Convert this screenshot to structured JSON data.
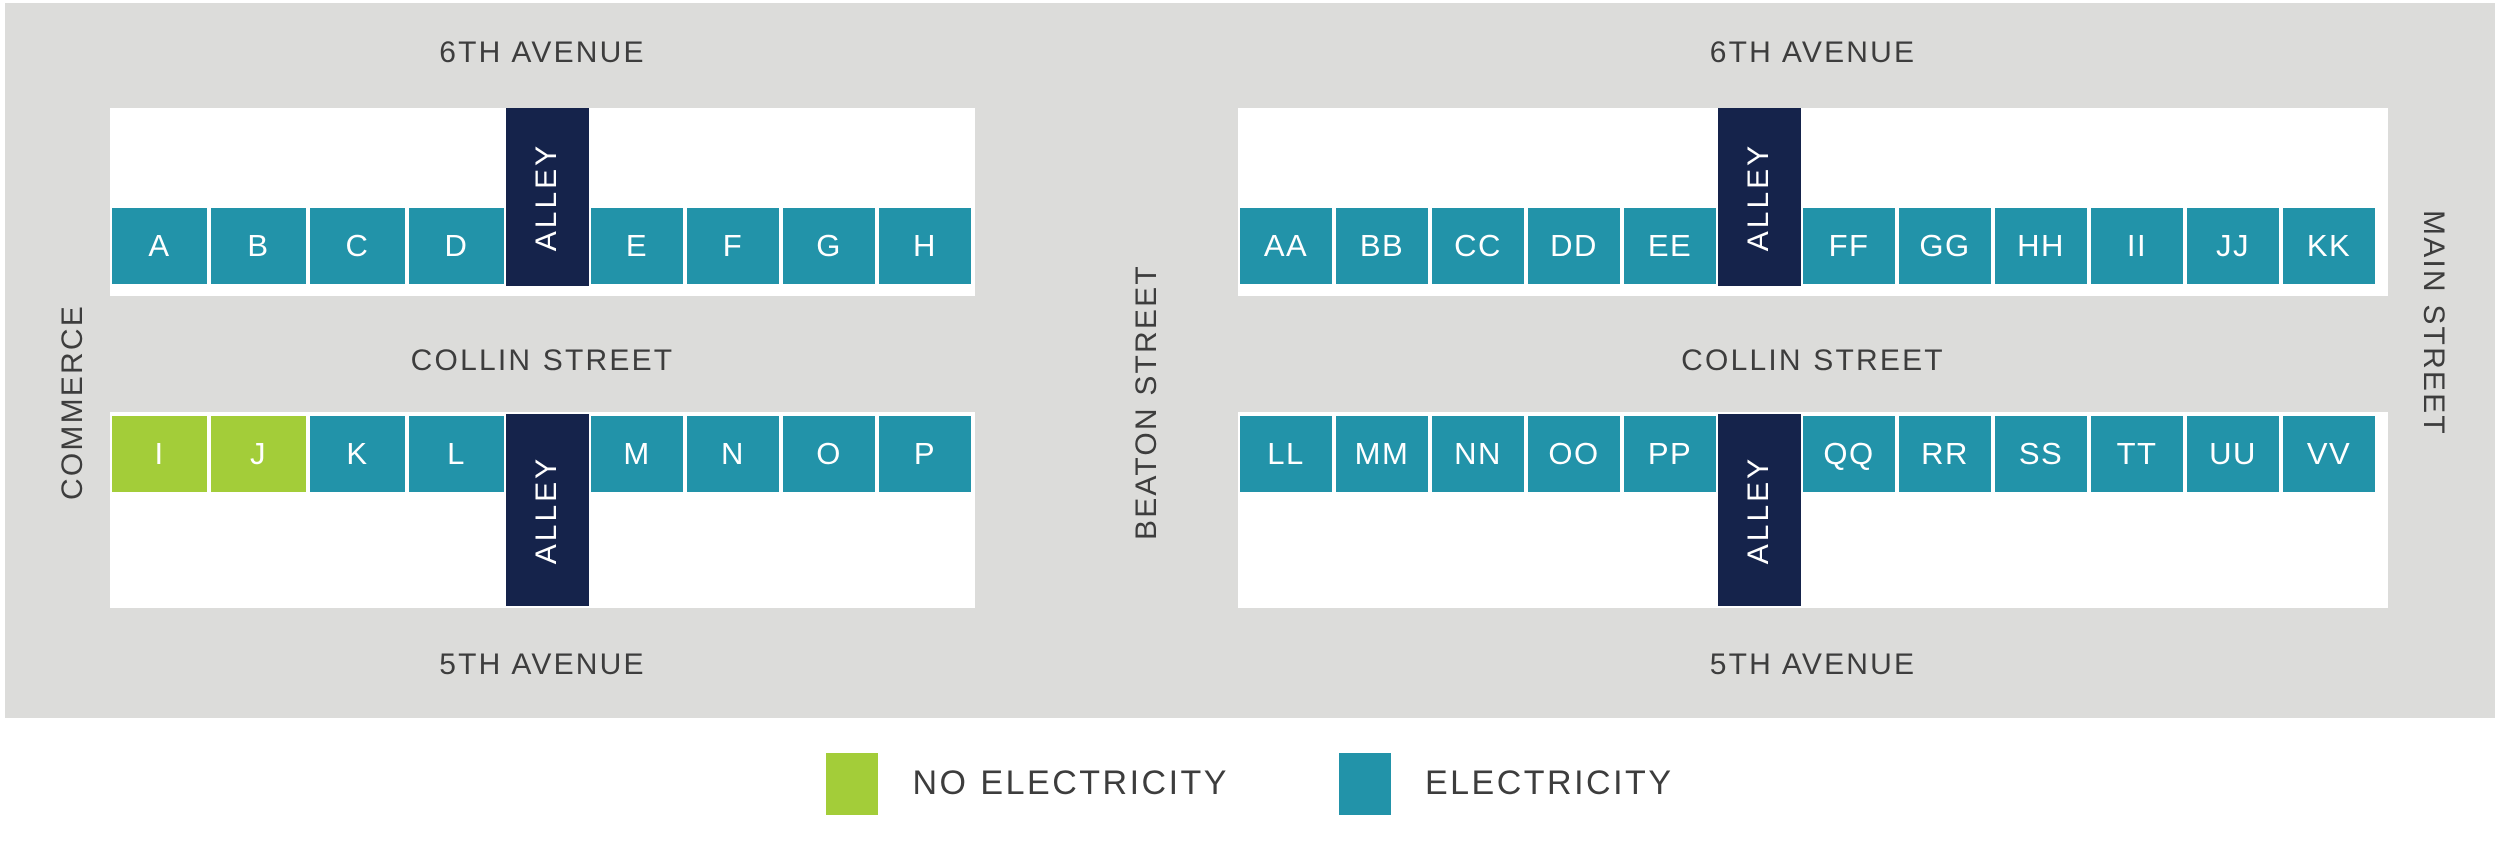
{
  "colors": {
    "background": "#dcdcda",
    "panel": "#ffffff",
    "electricity": "#2293a9",
    "no_electricity": "#a3cd39",
    "alley": "#15234b",
    "text": "#3d3d3d"
  },
  "streets": {
    "top_left": "6TH AVENUE",
    "top_right": "6TH AVENUE",
    "middle_left": "COLLIN STREET",
    "middle_right": "COLLIN STREET",
    "bottom_left": "5TH AVENUE",
    "bottom_right": "5TH AVENUE",
    "far_left": "COMMERCE",
    "center_vertical": "BEATON STREET",
    "far_right": "MAIN STREET"
  },
  "alley": {
    "label": "ALLEY"
  },
  "blocks": [
    {
      "id": "west-block",
      "rows": [
        {
          "id": "west-upper-row",
          "booths_left": [
            {
              "label": "A",
              "power": "electricity"
            },
            {
              "label": "B",
              "power": "electricity"
            },
            {
              "label": "C",
              "power": "electricity"
            },
            {
              "label": "D",
              "power": "electricity"
            }
          ],
          "booths_right": [
            {
              "label": "E",
              "power": "electricity"
            },
            {
              "label": "F",
              "power": "electricity"
            },
            {
              "label": "G",
              "power": "electricity"
            },
            {
              "label": "H",
              "power": "electricity"
            }
          ]
        },
        {
          "id": "west-lower-row",
          "booths_left": [
            {
              "label": "I",
              "power": "no_electricity"
            },
            {
              "label": "J",
              "power": "no_electricity"
            },
            {
              "label": "K",
              "power": "electricity"
            },
            {
              "label": "L",
              "power": "electricity"
            }
          ],
          "booths_right": [
            {
              "label": "M",
              "power": "electricity"
            },
            {
              "label": "N",
              "power": "electricity"
            },
            {
              "label": "O",
              "power": "electricity"
            },
            {
              "label": "P",
              "power": "electricity"
            }
          ]
        }
      ]
    },
    {
      "id": "east-block",
      "rows": [
        {
          "id": "east-upper-row",
          "booths_left": [
            {
              "label": "AA",
              "power": "electricity"
            },
            {
              "label": "BB",
              "power": "electricity"
            },
            {
              "label": "CC",
              "power": "electricity"
            },
            {
              "label": "DD",
              "power": "electricity"
            },
            {
              "label": "EE",
              "power": "electricity"
            }
          ],
          "booths_right": [
            {
              "label": "FF",
              "power": "electricity"
            },
            {
              "label": "GG",
              "power": "electricity"
            },
            {
              "label": "HH",
              "power": "electricity"
            },
            {
              "label": "II",
              "power": "electricity"
            },
            {
              "label": "JJ",
              "power": "electricity"
            },
            {
              "label": "KK",
              "power": "electricity"
            }
          ]
        },
        {
          "id": "east-lower-row",
          "booths_left": [
            {
              "label": "LL",
              "power": "electricity"
            },
            {
              "label": "MM",
              "power": "electricity"
            },
            {
              "label": "NN",
              "power": "electricity"
            },
            {
              "label": "OO",
              "power": "electricity"
            },
            {
              "label": "PP",
              "power": "electricity"
            }
          ],
          "booths_right": [
            {
              "label": "QQ",
              "power": "electricity"
            },
            {
              "label": "RR",
              "power": "electricity"
            },
            {
              "label": "SS",
              "power": "electricity"
            },
            {
              "label": "TT",
              "power": "electricity"
            },
            {
              "label": "UU",
              "power": "electricity"
            },
            {
              "label": "VV",
              "power": "electricity"
            }
          ]
        }
      ]
    }
  ],
  "legend": {
    "items": [
      {
        "label": "NO ELECTRICITY",
        "power": "no_electricity"
      },
      {
        "label": "ELECTRICITY",
        "power": "electricity"
      }
    ]
  }
}
